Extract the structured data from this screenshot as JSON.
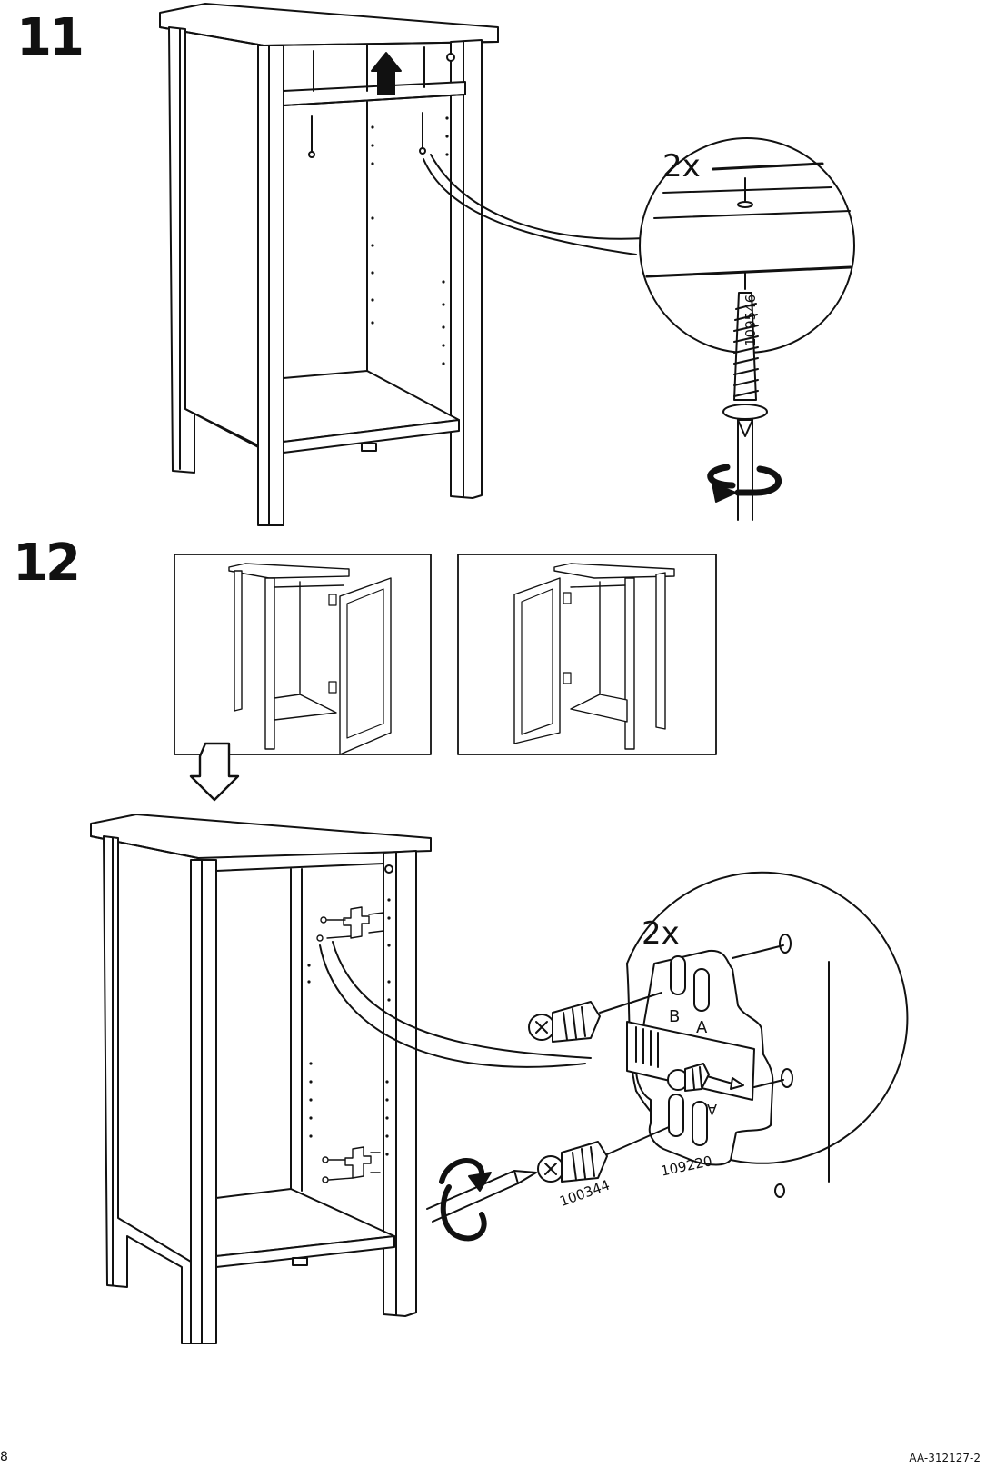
{
  "steps": [
    {
      "number": "11",
      "callout": {
        "quantity": "2x",
        "part_number": "109546"
      }
    },
    {
      "number": "12",
      "callout": {
        "quantity": "2x",
        "part_number_screw": "100344",
        "part_number_plate": "109220"
      },
      "plate_slots": [
        "B",
        "A",
        "A"
      ]
    }
  ],
  "footer": {
    "page_number": "8",
    "document_code": "AA-312127-2"
  }
}
